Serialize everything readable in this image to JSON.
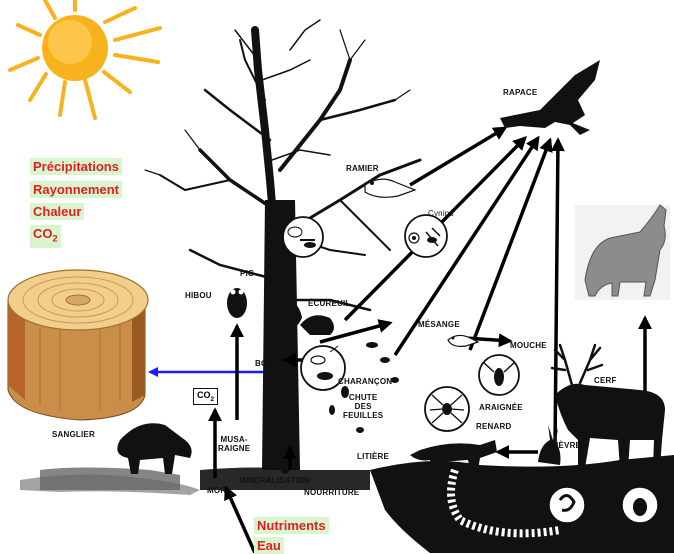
{
  "factors": {
    "precipitations": "Précipitations",
    "rayonnement": "Rayonnement",
    "chaleur": "Chaleur",
    "co2_main": "CO",
    "co2_sub": "2"
  },
  "inputs": {
    "nutriments": "Nutriments",
    "eau": "Eau"
  },
  "co2_box": {
    "main": "CO",
    "sub": "2"
  },
  "labels": {
    "rapace": "RAPACE",
    "ramier": "RAMIER",
    "cynips": "Cynips",
    "pic": "PIC",
    "hibou": "HIBOU",
    "ecureuil": "ÉCUREUIL",
    "mesange": "MÉSANGE",
    "mouche": "MOUCHE",
    "bois": "BOIS",
    "charancon": "CHARANÇON",
    "chute_1": "CHUTE",
    "chute_2": "DES",
    "chute_3": "FEUILLES",
    "araignee": "ARAIGNÉE",
    "renard": "RENARD",
    "lievre": "LIÈVRE",
    "cerf": "CERF",
    "sanglier": "SANGLIER",
    "musaraigne_1": "MUSA-",
    "musaraigne_2": "RAIGNE",
    "litiere": "LITIÈRE",
    "mineralisation": "MINÉRALISATION",
    "nourriture": "NOURRITURE",
    "mor": "MOR"
  },
  "colors": {
    "factor_text": "#e41e1e",
    "factor_bg": "#d9f5d0",
    "wood_arrow": "#1a1aff",
    "sun": "#f7b21e"
  },
  "icons": [
    "sun-icon",
    "wood-log-icon",
    "tree-icon",
    "raptor-icon",
    "wolf-icon",
    "deer-icon",
    "boar-icon",
    "owl-icon",
    "squirrel-icon",
    "pigeon-icon",
    "fox-icon",
    "hare-icon",
    "spider-icon",
    "fly-icon",
    "titmouse-icon",
    "beetle-icon"
  ]
}
